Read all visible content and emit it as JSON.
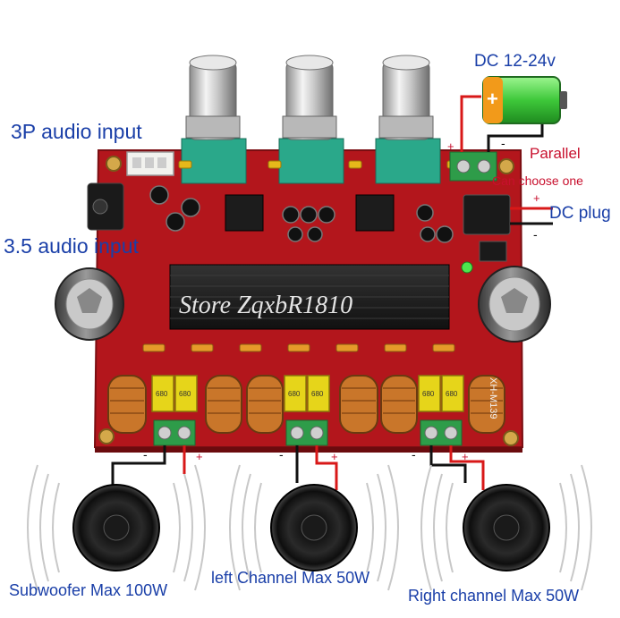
{
  "labels": {
    "power_supply": "DC 12-24v",
    "parallel": "Parallel",
    "choose_one": "Can choose one",
    "dc_plug": "DC plug",
    "audio_3p": "3P audio input",
    "audio_35": "3.5 audio input",
    "subwoofer": "Subwoofer Max 100W",
    "left_channel": "left Channel Max 50W",
    "right_channel": "Right channel Max 50W"
  },
  "polarity": {
    "plus": "+",
    "minus": "-"
  },
  "board": {
    "model": "XH-M139",
    "chip_marks": [
      "680",
      "680",
      "680",
      "680",
      "680",
      "680"
    ]
  },
  "watermark": {
    "text": "Store ZqxbR1810"
  },
  "colors": {
    "pcb": "#b3161c",
    "label_blue": "#1a3fa8",
    "label_red": "#c8102e",
    "terminal_green": "#2e9c49",
    "knob_silver": "#d9d9d9",
    "pot_teal": "#2aa88a",
    "inductor_copper": "#c9762a",
    "capacitor_yellow": "#e6d51a",
    "battery_green": "#3ec83a"
  },
  "icons": {
    "battery": "battery-icon",
    "speaker": "speaker-icon",
    "sound_waves": "sound-wave-icon"
  }
}
